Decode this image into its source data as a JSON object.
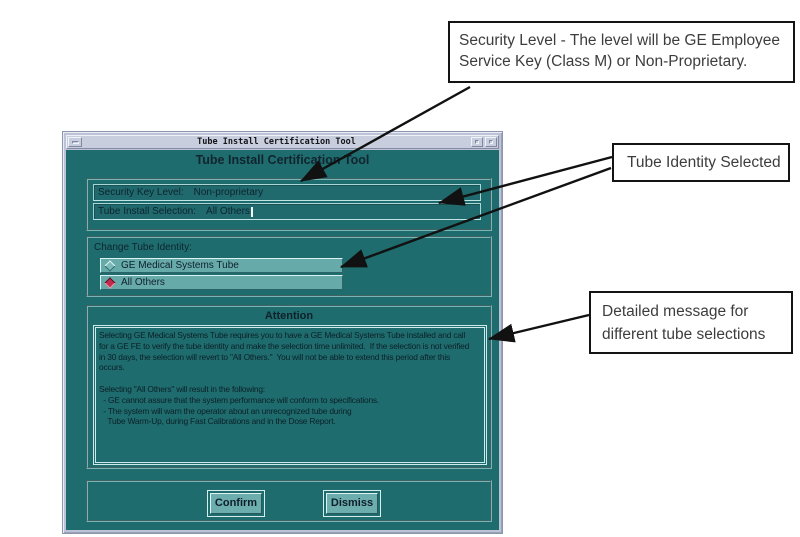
{
  "colors": {
    "window_background_teal": "#1e6c6e",
    "panel_light_teal": "#67aaaa",
    "titlebar_gray": "#c9cede",
    "selected_diamond_red": "#c22a4e",
    "callout_border": "#141414"
  },
  "window": {
    "titlebar": {
      "title": "Tube Install Certification Tool"
    },
    "heading": "Tube Install Certification Tool",
    "status_fields": [
      {
        "label": "Security Key Level:",
        "value": "Non-proprietary"
      },
      {
        "label": "Tube Install Selection:",
        "value": "All Others"
      }
    ],
    "change_tube_identity": {
      "label": "Change Tube Identity:",
      "options": [
        {
          "label": "GE Medical Systems Tube",
          "selected": false
        },
        {
          "label": "All Others",
          "selected": true
        }
      ]
    },
    "attention": {
      "title": "Attention",
      "lines": [
        "Selecting GE Medical Systems Tube requires you to have a GE Medical Systems Tube installed and call",
        "for a GE FE to verify the tube identity and make the selection time unlimited.  If the selection is not verified",
        "in 30 days, the selection will revert to \"All Others.\"  You will not be able to extend this period after this",
        "occurs.",
        "",
        "Selecting \"All Others\" will result in the following:",
        "  - GE cannot assure that the system performance will conform to specifications.",
        "  - The system will warn the operator about an unrecognized tube during",
        "    Tube Warm-Up, during Fast Calibrations and in the Dose Report."
      ]
    },
    "buttons": {
      "confirm": "Confirm",
      "dismiss": "Dismiss"
    }
  },
  "annotations": {
    "security_level": {
      "line1": "Security Level - The level will be GE Employee",
      "line2": "Service Key (Class M) or Non-Proprietary."
    },
    "tube_identity": {
      "text": "Tube Identity Selected"
    },
    "detail_message": {
      "line1": "Detailed message for",
      "line2": "different tube selections"
    }
  }
}
